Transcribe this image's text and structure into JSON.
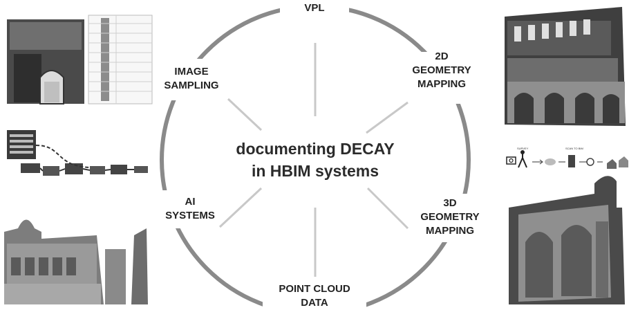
{
  "center": {
    "line1": "documenting DECAY",
    "line2": "in HBIM systems"
  },
  "nodes": {
    "vpl": "VPL",
    "geometry_2d": "2D\nGEOMETRY\nMAPPING",
    "geometry_3d": "3D\nGEOMETRY\nMAPPING",
    "point_cloud": "POINT CLOUD\nDATA",
    "ai": "AI\nSYSTEMS",
    "image_sampling": "IMAGE\nSAMPLING"
  },
  "survey_strip": {
    "survey_label": "SURVEY",
    "scan_label": "SCAN TO BIM"
  },
  "colors": {
    "ring": "#8a8a8a",
    "spoke": "#c8c8c8",
    "text": "#222222"
  }
}
